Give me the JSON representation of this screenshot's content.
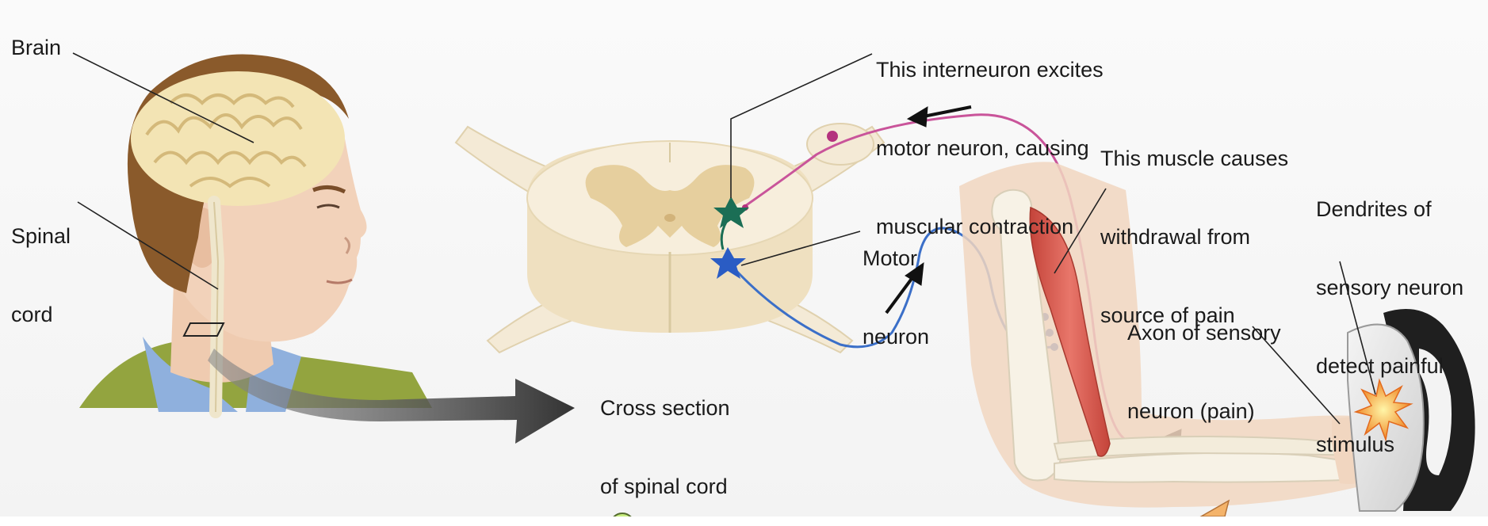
{
  "labels": {
    "brain": "Brain",
    "spinal_cord": [
      "Spinal",
      "cord"
    ],
    "interneuron": [
      "This interneuron excites",
      "motor neuron, causing",
      "muscular contraction"
    ],
    "motor_neuron": [
      "Motor",
      "neuron"
    ],
    "muscle": [
      "This muscle causes",
      "withdrawal from",
      "source of pain"
    ],
    "dendrites": [
      "Dendrites of",
      "sensory neuron",
      "detect painful",
      "stimulus"
    ],
    "axon": [
      "Axon of sensory",
      "neuron (pain)"
    ],
    "cross_section": [
      "Cross section",
      "of spinal cord"
    ]
  },
  "colors": {
    "sensory_neuron": "#c9549a",
    "motor_neuron": "#3b6fc8",
    "interneuron": "#1b6e55",
    "muscle": "#d9574a",
    "cord_white_matter": "#f4ead6",
    "cord_gray_matter": "#e6cf9e",
    "skin": "#f1d6c0",
    "shirt": "#8fa33c",
    "collar": "#8fb0dd",
    "arrow": "#444444"
  }
}
